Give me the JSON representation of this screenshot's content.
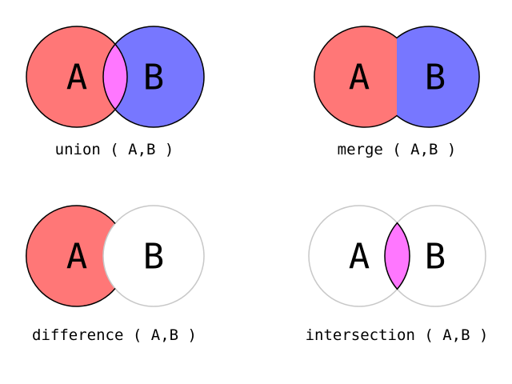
{
  "colors": {
    "set_a": "#ff7777",
    "set_b": "#7777ff",
    "overlap": "#ff77ff",
    "outline": "#000000",
    "ghost_outline": "#c8c8c8",
    "background": "#ffffff"
  },
  "diagrams": [
    {
      "id": "union",
      "caption": "union ( A,B )",
      "label_a": "A",
      "label_b": "B"
    },
    {
      "id": "merge",
      "caption": "merge ( A,B )",
      "label_a": "A",
      "label_b": "B"
    },
    {
      "id": "difference",
      "caption": "difference ( A,B )",
      "label_a": "A",
      "label_b": "B"
    },
    {
      "id": "intersection",
      "caption": "intersection ( A,B )",
      "label_a": "A",
      "label_b": "B"
    }
  ]
}
